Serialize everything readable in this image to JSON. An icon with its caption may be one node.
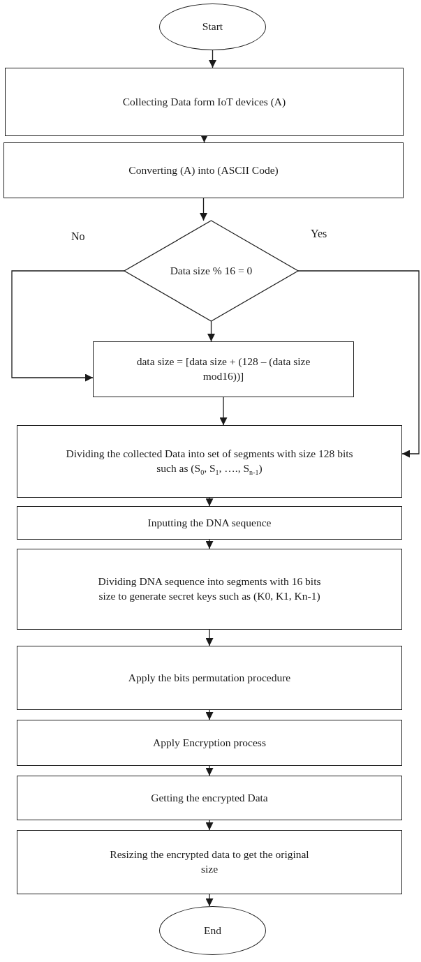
{
  "diagram": {
    "nodes": [
      {
        "text": [
          "Start"
        ]
      },
      {
        "text": [
          "Collecting Data form IoT devices (A)"
        ]
      },
      {
        "text": [
          "Converting (A) into (ASCII Code)"
        ]
      },
      {
        "text": [
          "Data size % 16 = 0"
        ]
      },
      {
        "text": [
          "data size = [data size + (128 – (data size mod16))]"
        ]
      },
      {
        "text": [
          "Dividing the collected Data into set of segments with size 128 bits such as (S$_{0}$, S$_{1}$, …., S$_{n-1}$)"
        ]
      },
      {
        "text": [
          "Inputting the DNA sequence"
        ]
      },
      {
        "text": [
          "Dividing DNA sequence into segments with 16 bits size to generate secret keys such as (K0, K1, Kn-1)"
        ]
      },
      {
        "text": [
          "Apply the bits permutation procedure"
        ]
      },
      {
        "text": [
          "Apply Encryption process"
        ]
      },
      {
        "text": [
          "Getting the encrypted Data"
        ]
      },
      {
        "text": [
          "Resizing the encrypted data to get the original size"
        ]
      },
      {
        "text": [
          "End"
        ]
      }
    ],
    "edges": [
      {
        "from": 0,
        "to": 1,
        "arrow": "to"
      },
      {
        "from": 1,
        "to": 2,
        "arrow": "to"
      },
      {
        "from": 2,
        "to": 3,
        "arrow": "to"
      },
      {
        "from": 3,
        "to": 4,
        "label": "No",
        "arrow": "to"
      },
      {
        "from": 3,
        "to": 5,
        "label": "Yes",
        "arrow": "to"
      },
      {
        "from": 3,
        "to": 4,
        "arrow": "to"
      },
      {
        "from": 4,
        "to": 5,
        "arrow": "to"
      },
      {
        "from": 5,
        "to": 6,
        "arrow": "to"
      },
      {
        "from": 6,
        "to": 7,
        "arrow": "to"
      },
      {
        "from": 7,
        "to": 8,
        "arrow": "to"
      },
      {
        "from": 8,
        "to": 9,
        "arrow": "to"
      },
      {
        "from": 9,
        "to": 10,
        "arrow": "to"
      },
      {
        "from": 10,
        "to": 11,
        "arrow": "to"
      },
      {
        "from": 11,
        "to": 12,
        "arrow": "to"
      }
    ]
  }
}
